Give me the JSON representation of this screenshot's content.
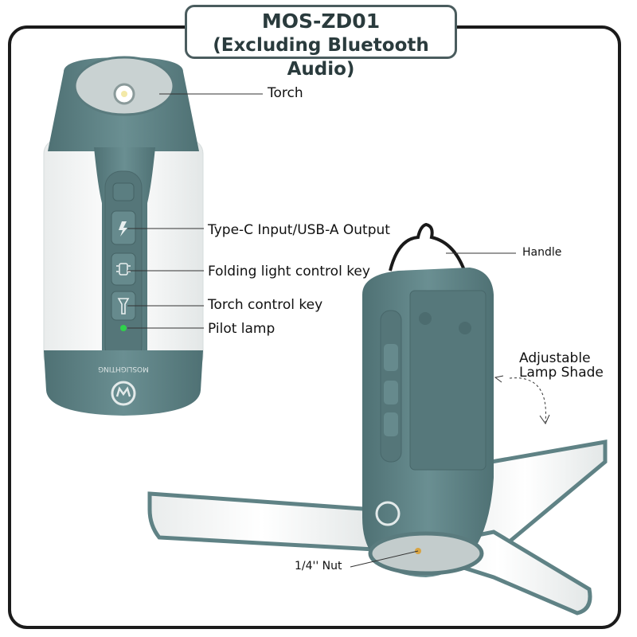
{
  "header": {
    "model": "MOS-ZD01",
    "subtitle": "(Excluding Bluetooth Audio)"
  },
  "labels": {
    "torch": "Torch",
    "type_c": "Type-C Input/USB-A Output",
    "folding_key": "Folding light control key",
    "torch_key": "Torch control key",
    "pilot_lamp": "Pilot lamp",
    "handle": "Handle",
    "shade_line1": "Adjustable",
    "shade_line2": "Lamp Shade",
    "nut": "1/4'' Nut"
  },
  "brand_text": "MOSLIGHTING",
  "colors": {
    "body": "#5f8285",
    "body_dark": "#4b6a6d",
    "shade": "#f4f4f4",
    "pilot": "#2fd24b",
    "frame": "#1b1b1b"
  }
}
